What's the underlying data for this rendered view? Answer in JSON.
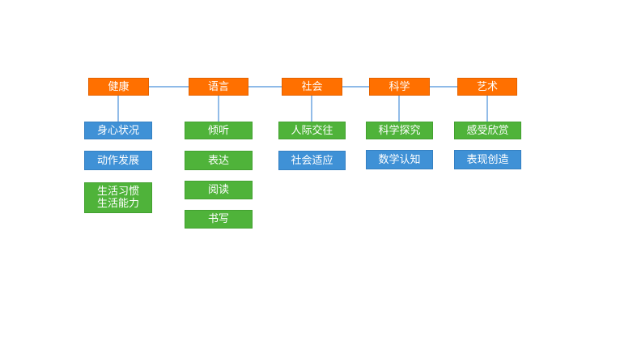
{
  "diagram": {
    "colors": {
      "domain_fill": "#ff7000",
      "blue_fill": "#3f91d6",
      "green_fill": "#4fb33a",
      "connector": "#4a90d9"
    },
    "domains": [
      {
        "label": "健康",
        "children": [
          {
            "label": "身心状况",
            "color": "blue"
          },
          {
            "label": "动作发展",
            "color": "blue"
          },
          {
            "label": "生活习惯\n生活能力",
            "color": "green"
          }
        ]
      },
      {
        "label": "语言",
        "children": [
          {
            "label": "倾听",
            "color": "green"
          },
          {
            "label": "表达",
            "color": "green"
          },
          {
            "label": "阅读",
            "color": "green"
          },
          {
            "label": "书写",
            "color": "green"
          }
        ]
      },
      {
        "label": "社会",
        "children": [
          {
            "label": "人际交往",
            "color": "green"
          },
          {
            "label": "社会适应",
            "color": "blue"
          }
        ]
      },
      {
        "label": "科学",
        "children": [
          {
            "label": "科学探究",
            "color": "green"
          },
          {
            "label": "数学认知",
            "color": "blue"
          }
        ]
      },
      {
        "label": "艺术",
        "children": [
          {
            "label": "感受欣赏",
            "color": "green"
          },
          {
            "label": "表现创造",
            "color": "blue"
          }
        ]
      }
    ]
  }
}
